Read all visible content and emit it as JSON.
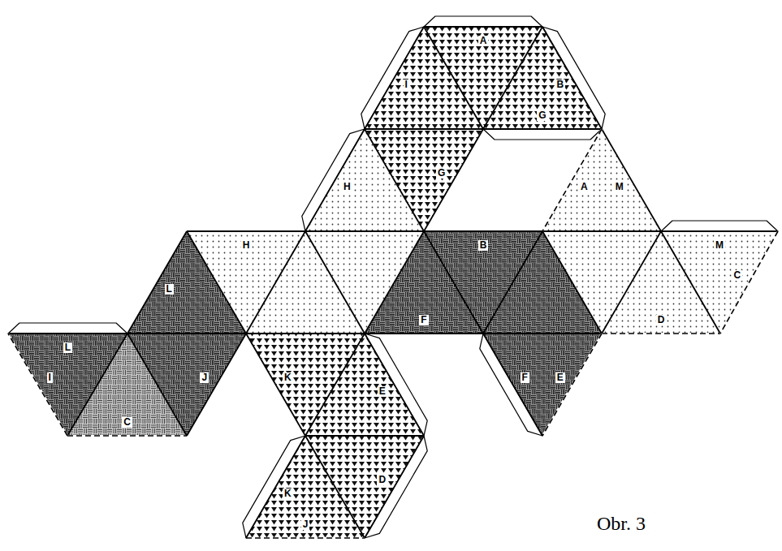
{
  "diagram": {
    "caption": "Obr. 3",
    "labels": [
      "A",
      "I",
      "B",
      "G",
      "G",
      "H",
      "A",
      "M",
      "M",
      "C",
      "H",
      "L",
      "B",
      "L",
      "I",
      "J",
      "C",
      "K",
      "F",
      "E",
      "F",
      "E",
      "D",
      "D",
      "K",
      "J"
    ]
  }
}
